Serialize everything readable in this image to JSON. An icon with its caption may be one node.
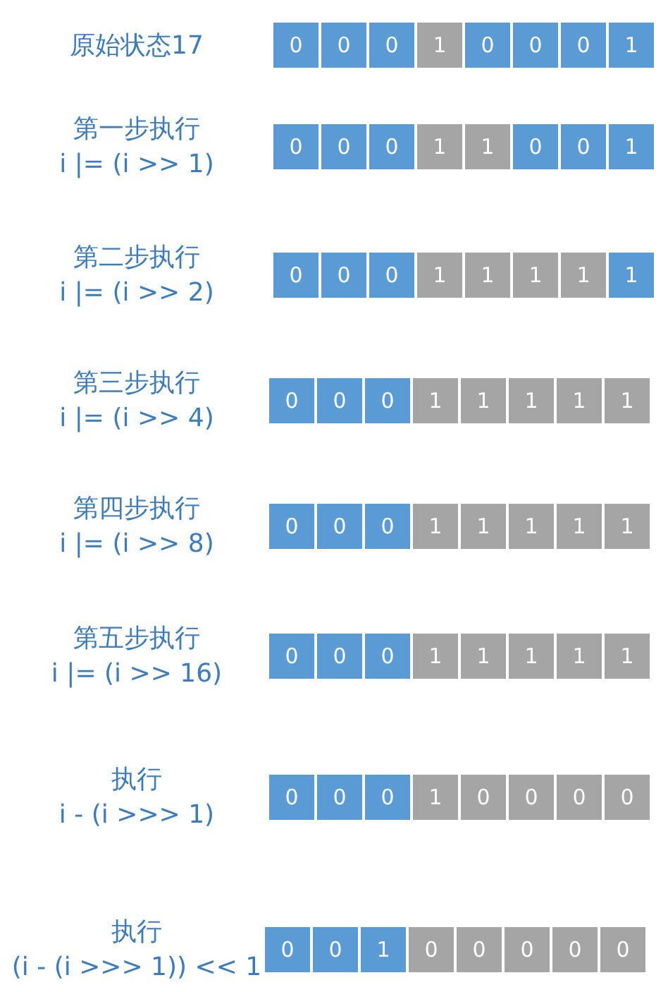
{
  "diagram": {
    "labels": [
      "原始状态17",
      "0",
      "0",
      "0",
      "1",
      "0",
      "0",
      "0",
      "1",
      "第一步执行",
      "i |= (i >> 1)",
      "0",
      "0",
      "0",
      "1",
      "1",
      "0",
      "0",
      "1",
      "第二步执行",
      "i |= (i >> 2)",
      "0",
      "0",
      "0",
      "1",
      "1",
      "1",
      "1",
      "1",
      "第三步执行",
      "i |= (i >> 4)",
      "0",
      "0",
      "0",
      "1",
      "1",
      "1",
      "1",
      "1",
      "第四步执行",
      "i |= (i >> 8)",
      "0",
      "0",
      "0",
      "1",
      "1",
      "1",
      "1",
      "1",
      "第五步执行",
      "i |= (i >> 16)",
      "0",
      "0",
      "0",
      "1",
      "1",
      "1",
      "1",
      "1",
      "执行",
      "i - (i >>> 1)",
      "0",
      "0",
      "0",
      "1",
      "0",
      "0",
      "0",
      "0",
      "执行",
      "(i - (i >>> 1)) << 1",
      "0",
      "0",
      "1",
      "0",
      "0",
      "0",
      "0",
      "0"
    ]
  }
}
